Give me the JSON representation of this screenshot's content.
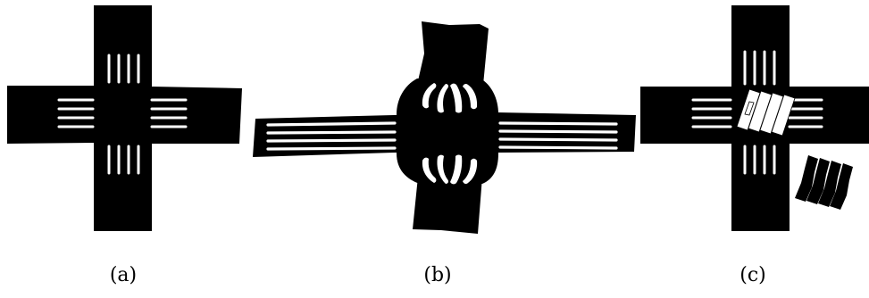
{
  "panels": [
    {
      "id": "a",
      "caption": "(a)"
    },
    {
      "id": "b",
      "caption": "(b)"
    },
    {
      "id": "c",
      "caption": "(c)"
    }
  ],
  "colors": {
    "specimen": "#000000",
    "slot": "#ffffff",
    "background": "#ffffff"
  }
}
